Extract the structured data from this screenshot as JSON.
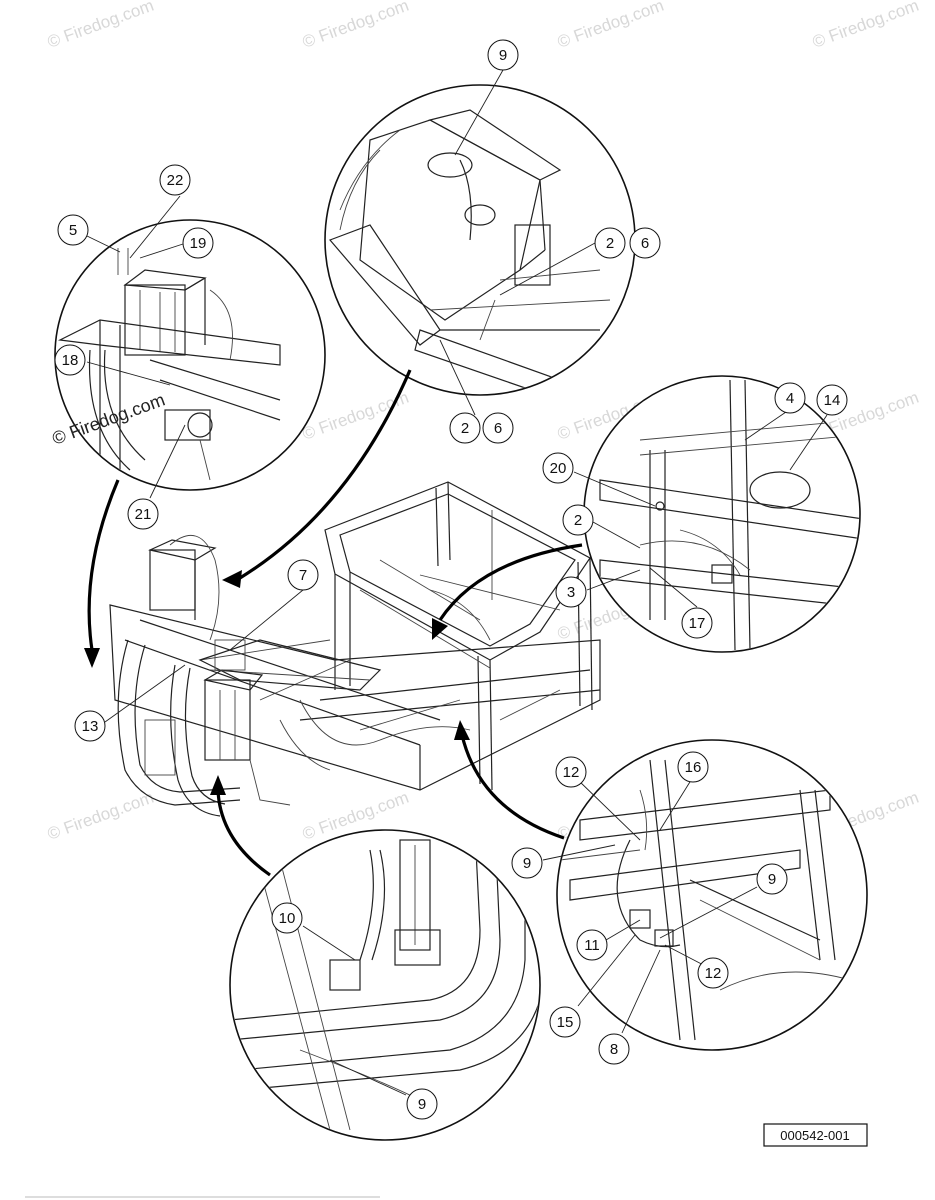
{
  "watermarks": [
    "© Firedog.com",
    "© Firedog.com",
    "© Firedog.com",
    "© Firedog.com",
    "© Firedog.com",
    "© Firedog.com",
    "© Firedog.com",
    "© Firedog.com",
    "© Firedog.com",
    "© Firedog.com",
    "© Firedog.com",
    "© Firedog.com"
  ],
  "watermark_dark": "© Firedog.com",
  "reference_code": "000542-001",
  "callouts": {
    "top_circle": [
      "9",
      "2",
      "6",
      "2",
      "6"
    ],
    "left_circle": [
      "22",
      "5",
      "19",
      "18",
      "21"
    ],
    "right_circle": [
      "4",
      "14",
      "20",
      "2",
      "3",
      "17"
    ],
    "main": [
      "7",
      "13"
    ],
    "bottom_right_circle": [
      "12",
      "16",
      "9",
      "9",
      "11",
      "12",
      "15",
      "8"
    ],
    "bottom_circle": [
      "10",
      "9"
    ]
  }
}
